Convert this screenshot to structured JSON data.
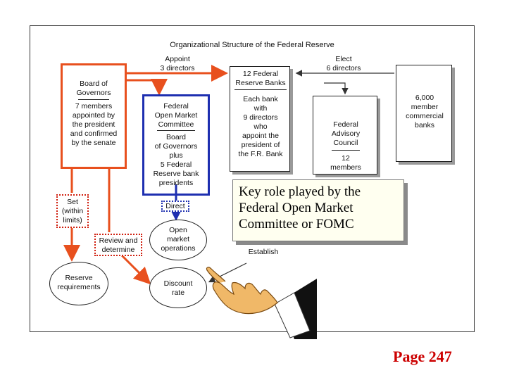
{
  "diagram": {
    "title": "Organizational Structure of the Federal Reserve",
    "appoint_label": "Appoint\n3 directors",
    "elect_label": "Elect\n6 directors",
    "board": {
      "title": "Board of\nGovernors",
      "desc": "7 members\nappointed by\nthe president\nand confirmed\nby the senate"
    },
    "fomc": {
      "title": "Federal\nOpen Market\nCommittee",
      "desc": "Board\nof Governors\nplus\n5 Federal\nReserve bank\npresidents"
    },
    "reserve_banks": {
      "title": "12 Federal\nReserve Banks",
      "desc": "Each bank\nwith\n9 directors\nwho\nappoint the\npresident of\nthe F.R. Bank"
    },
    "advisory": {
      "title": "Federal\nAdvisory\nCouncil",
      "desc": "12\nmembers"
    },
    "commercial": {
      "label": "6,000\nmember\ncommercial\nbanks"
    },
    "set_label": "Set\n(within\nlimits)",
    "direct_label": "Direct",
    "review_label": "Review and\ndetermine",
    "establish_label": "Establish",
    "omo": "Open\nmarket\noperations",
    "reserve_req": "Reserve\nrequirements",
    "discount": "Discount\nrate",
    "colors": {
      "orange": "#e8501e",
      "blue": "#1e2fb0",
      "red_dotted": "#d02010"
    }
  },
  "callout": {
    "line1": "Key role played by the",
    "line2": "Federal Open Market",
    "line3": "Committee or FOMC"
  },
  "page_label": "Page 247"
}
